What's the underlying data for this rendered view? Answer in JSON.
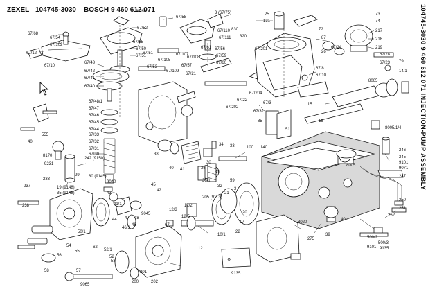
{
  "header": {
    "brand_zexel": "ZEXEL",
    "zexel_number": "104745-3030",
    "brand_bosch": "BOSCH",
    "bosch_number": "9 460 612 071"
  },
  "side_title": "104745-3030  9 460 612 071   INJECTION-PUMP ASSEMBLY",
  "callouts": {
    "c1": "67/68",
    "c2": "67/54",
    "c3": "67/102",
    "c4": "67/12",
    "c5": "67/10",
    "c6": "67/52",
    "c7": "67/55",
    "c8": "67/50",
    "c9": "67/51",
    "c10": "67/43",
    "c11": "67/42",
    "c12": "67/41",
    "c13": "67/40",
    "c14": "67/66",
    "c15": "67/58",
    "c16": "67/51",
    "c17": "67/53",
    "c18": "67/105",
    "c19": "67/107",
    "c20": "67/109",
    "c21": "67/21",
    "c22": "67/57",
    "c23": "3 (67/75)",
    "c24": "67/110",
    "c25": "67/111",
    "c26": "67/61",
    "c27": "67/56",
    "c28": "67/59",
    "c29": "67/60",
    "c30": "67/108",
    "c31": "830",
    "c32": "320",
    "c33": "25",
    "c34": "131",
    "c35": "67/201",
    "c36": "73",
    "c37": "74",
    "c38": "217",
    "c39": "218",
    "c40": "219",
    "c41": "72",
    "c42": "87",
    "c43": "26",
    "c44": "67/24",
    "c45": "67/28",
    "c46": "67/23",
    "c47": "79",
    "c48": "14/1",
    "c49": "67/8",
    "c50": "67/10",
    "c51": "67/204",
    "c52": "67/22",
    "c53": "67/202",
    "c54": "67/32",
    "c55": "67/3",
    "c56": "51",
    "c57": "15",
    "c58": "16",
    "c59": "85",
    "c60": "8065",
    "c61": "67/48/1",
    "c62": "67/47",
    "c63": "67/46",
    "c64": "67/45",
    "c65": "67/44",
    "c66": "67/33",
    "c67": "67/32",
    "c68": "67/31",
    "c69": "67/30",
    "c70": "242 (9150)",
    "c71": "9231",
    "c72": "8170",
    "c73": "40",
    "c74": "555",
    "c75": "233",
    "c76": "237",
    "c77": "238",
    "c78": "19 (9148)",
    "c79": "35 (9148)",
    "c80": "9040",
    "c81": "29",
    "c82": "80 (9145)",
    "c83": "38",
    "c84": "34",
    "c85": "33",
    "c86": "40",
    "c87": "41",
    "c88": "35",
    "c89": "30",
    "c90": "31",
    "c91": "32",
    "c92": "36/1",
    "c93": "59",
    "c94": "3",
    "c95": "41/1",
    "c96": "43",
    "c97": "44",
    "c98": "47",
    "c99": "46/1",
    "c100": "46",
    "c101": "48",
    "c102": "9045",
    "c103": "12/3",
    "c104": "12/2",
    "c105": "12/5",
    "c106": "12",
    "c107": "10/1",
    "c108": "67",
    "c109": "62",
    "c110": "54",
    "c111": "55",
    "c112": "53",
    "c113": "52/1",
    "c114": "52",
    "c115": "200",
    "c116": "201",
    "c117": "202",
    "c118": "205 (9113)",
    "c119": "21",
    "c120": "17",
    "c121": "20",
    "c122": "22",
    "c123": "140",
    "c124": "100",
    "c125": "8005",
    "c126": "8005/1/4",
    "c127": "246",
    "c128": "245",
    "c129": "9101",
    "c130": "9071",
    "c131": "247",
    "c132": "250",
    "c133": "251",
    "c134": "252",
    "c135": "500/2",
    "c136": "500/3",
    "c137": "9101",
    "c138": "9135",
    "c139": "275",
    "c140": "39",
    "c141": "40",
    "c142": "8020",
    "c143": "9135",
    "c144": "56",
    "c145": "57",
    "c146": "58",
    "c147": "45",
    "c148": "42",
    "c149": "50/1",
    "c150": "9065"
  }
}
